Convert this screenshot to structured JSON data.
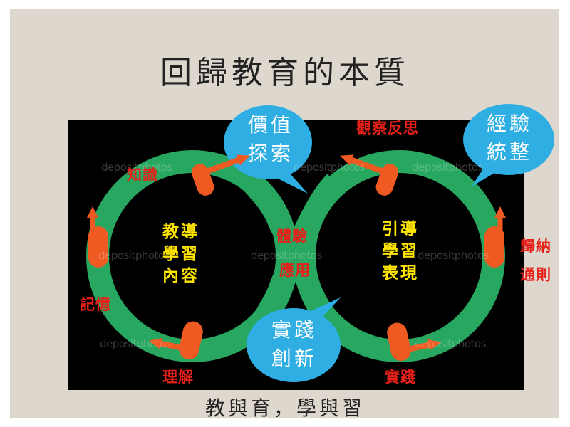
{
  "title": "回歸教育的本質",
  "footer": "教與育，學與習",
  "left_loop": {
    "lines": [
      "教導",
      "學習",
      "內容"
    ]
  },
  "right_loop": {
    "lines": [
      "引導",
      "學習",
      "表現"
    ]
  },
  "center": {
    "lines": [
      "體驗",
      "應用"
    ]
  },
  "stages": {
    "knowledge": "知識",
    "memory": "記憶",
    "understanding": "理解",
    "observe_reflect": "觀察反思",
    "induce_generalize": [
      "歸納",
      "通則"
    ],
    "practice": "實踐"
  },
  "bubbles": {
    "value_exploration": [
      "價值",
      "探索"
    ],
    "experience_integration": [
      "經驗",
      "統整"
    ],
    "practice_innovation": [
      "實踐",
      "創新"
    ]
  },
  "watermark": "depositphotos",
  "colors": {
    "slide_background": "#ddd7cd",
    "panel": "#000000",
    "loop": "#27a760",
    "arrow": "#ef5a22",
    "bubble": "#2eaee3",
    "stage_label": "#e8201a",
    "loop_label": "#ffe600"
  }
}
